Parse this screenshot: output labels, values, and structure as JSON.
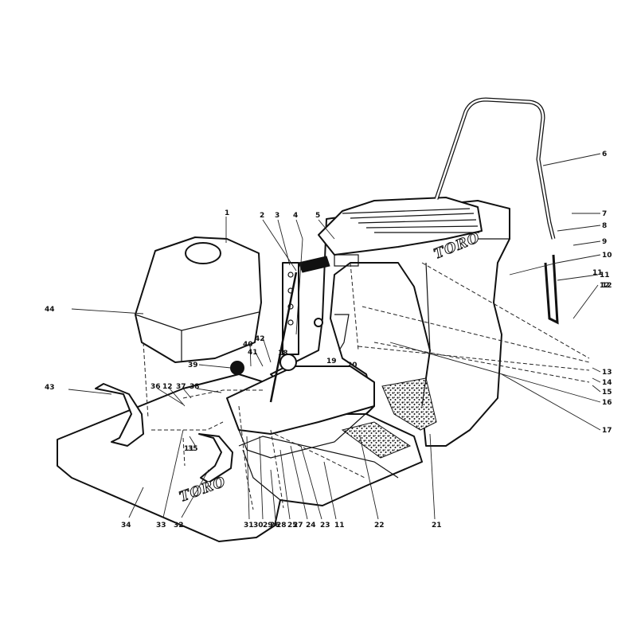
{
  "brand": "TORO",
  "parts": [
    {
      "label": "1"
    },
    {
      "label": "2"
    },
    {
      "label": "3"
    },
    {
      "label": "4"
    },
    {
      "label": "5"
    },
    {
      "label": "6"
    },
    {
      "label": "7"
    },
    {
      "label": "8"
    },
    {
      "label": "9"
    },
    {
      "label": "10"
    },
    {
      "label": "11"
    },
    {
      "label": "12"
    },
    {
      "label": "13"
    },
    {
      "label": "14"
    },
    {
      "label": "15"
    },
    {
      "label": "16"
    },
    {
      "label": "17"
    },
    {
      "label": "18"
    },
    {
      "label": "19"
    },
    {
      "label": "20"
    },
    {
      "label": "21"
    },
    {
      "label": "22"
    },
    {
      "label": "23"
    },
    {
      "label": "24"
    },
    {
      "label": "25"
    },
    {
      "label": "26"
    },
    {
      "label": "11"
    },
    {
      "label": "27"
    },
    {
      "label": "28"
    },
    {
      "label": "29"
    },
    {
      "label": "30"
    },
    {
      "label": "31"
    },
    {
      "label": "32"
    },
    {
      "label": "33"
    },
    {
      "label": "34"
    },
    {
      "label": "35"
    },
    {
      "label": "11"
    },
    {
      "label": "36"
    },
    {
      "label": "12"
    },
    {
      "label": "37"
    },
    {
      "label": "38"
    },
    {
      "label": "39"
    },
    {
      "label": "40"
    },
    {
      "label": "41"
    },
    {
      "label": "42"
    },
    {
      "label": "43"
    },
    {
      "label": "44"
    },
    {
      "label": "11"
    },
    {
      "label": "12"
    }
  ]
}
